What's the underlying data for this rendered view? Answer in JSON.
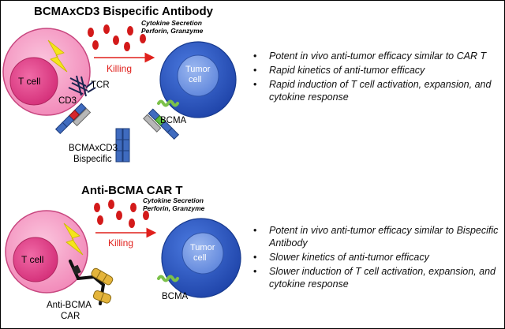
{
  "panel1": {
    "title": "BCMAxCD3 Bispecific Antibody",
    "cytokine_line1": "Cytokine Secretion",
    "cytokine_line2": "Perforin, Granzyme",
    "killing": "Killing",
    "t_cell": "T cell",
    "tumor_line1": "Tumor",
    "tumor_line2": "cell",
    "tcr": "TCR",
    "cd3": "CD3",
    "bcma": "BCMA",
    "antibody_line1": "BCMAxCD3",
    "antibody_line2": "Bispecific",
    "bullets": [
      "Potent in vivo anti-tumor efficacy similar to CAR T",
      "Rapid kinetics of anti-tumor efficacy",
      "Rapid induction of T cell activation, expansion, and cytokine response"
    ]
  },
  "panel2": {
    "title": "Anti-BCMA CAR T",
    "cytokine_line1": "Cytokine Secretion",
    "cytokine_line2": "Perforin, Granzyme",
    "killing": "Killing",
    "t_cell": "T cell",
    "tumor_line1": "Tumor",
    "tumor_line2": "cell",
    "bcma": "BCMA",
    "car_line1": "Anti-BCMA",
    "car_line2": "CAR",
    "bullets": [
      "Potent in vivo anti-tumor efficacy similar to Bispecific Antibody",
      "Slower kinetics of anti-tumor efficacy",
      "Slower induction of T cell activation, expansion, and cytokine response"
    ]
  },
  "colors": {
    "t_cell_outer": "#f7a1c8",
    "t_cell_inner": "#e2468a",
    "tumor_outer": "#2f5cc4",
    "tumor_inner": "#7fa0e6",
    "killing_arrow": "#e0201c",
    "cytokine": "#d31a1a",
    "lightning": "#f5e51a",
    "bcma_receptor": "#7cc14a"
  }
}
